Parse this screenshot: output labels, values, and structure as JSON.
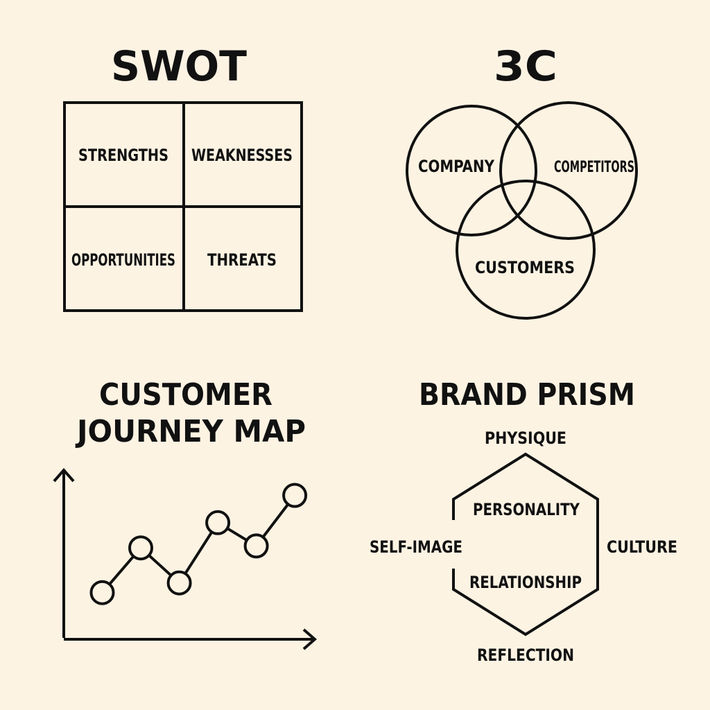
{
  "colors": {
    "background": "#fdf3e3",
    "ink": "#111111",
    "marker_fill": "#fdf3e3"
  },
  "swot": {
    "title": "SWOT",
    "strengths": "STRENGTHS",
    "weaknesses": "WEAKNESSES",
    "opportunities": "OPPORTUNITIES",
    "threats": "THREATS"
  },
  "three_c": {
    "title": "3C",
    "company": "COMPANY",
    "competitors": "COMPETITORS",
    "customers": "CUSTOMERS"
  },
  "journey": {
    "title_line1": "CUSTOMER",
    "title_line2": "JOURNEY MAP"
  },
  "prism": {
    "title": "BRAND PRISM",
    "physique": "PHYSIQUE",
    "personality": "PERSONALITY",
    "self_image": "SELF-IMAGE",
    "culture": "CULTURE",
    "relationship": "RELATIONSHIP",
    "reflection": "REFLECTION"
  },
  "chart_data": {
    "type": "line",
    "title": "CUSTOMER JOURNEY MAP",
    "xlabel": "",
    "ylabel": "",
    "grid": false,
    "points": [
      {
        "x": 1,
        "y": 1.0
      },
      {
        "x": 2,
        "y": 3.3
      },
      {
        "x": 3,
        "y": 1.5
      },
      {
        "x": 4,
        "y": 4.6
      },
      {
        "x": 5,
        "y": 3.4
      },
      {
        "x": 6,
        "y": 6.0
      }
    ],
    "xlim": [
      0,
      6.7
    ],
    "ylim": [
      -1.4,
      8.3
    ]
  }
}
